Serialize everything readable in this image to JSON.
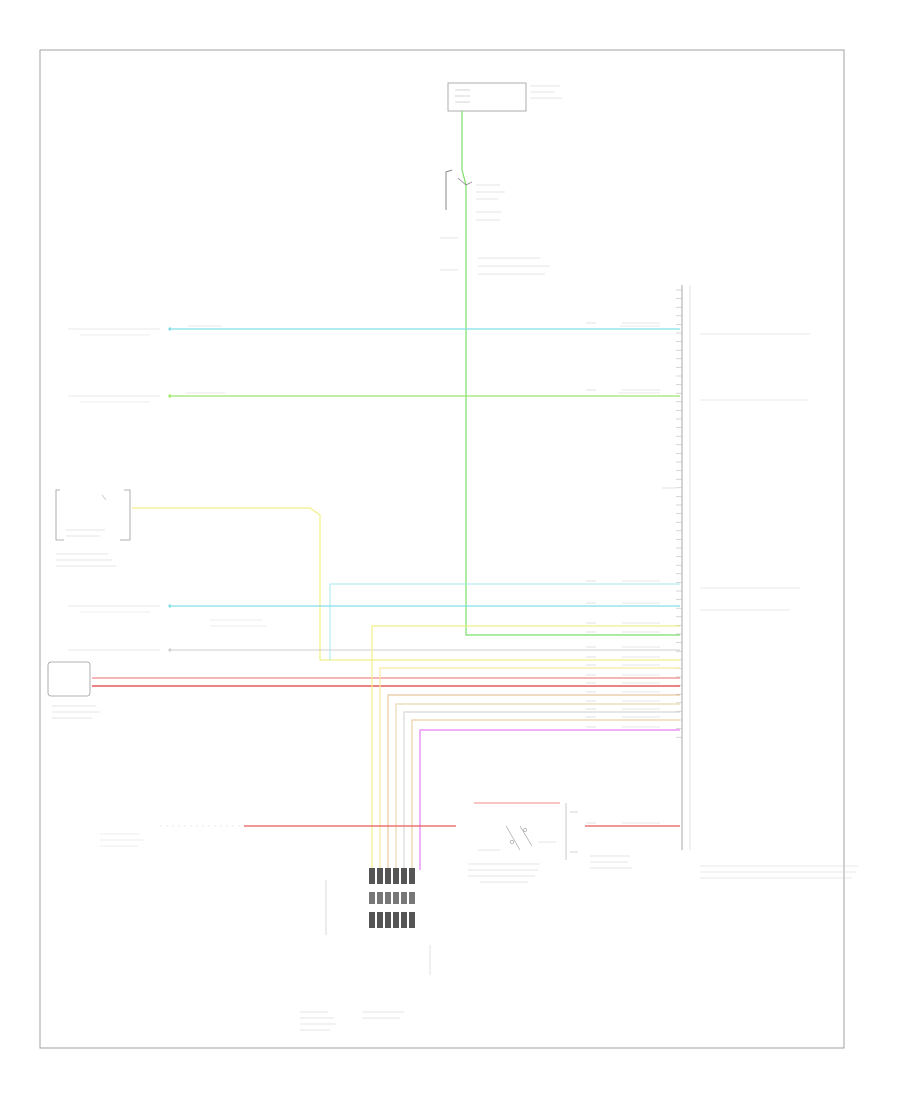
{
  "diagram": {
    "footer_label": "",
    "components": [
      {
        "id": "hot-at-all-times-fuse",
        "text": ""
      },
      {
        "id": "shift-solenoid-upper",
        "text": ""
      },
      {
        "id": "shift-solenoid-lower",
        "text": ""
      },
      {
        "id": "transmission-range-sensor",
        "text": ""
      },
      {
        "id": "output-shaft-speed-sensor",
        "text": ""
      },
      {
        "id": "turbine-shaft-speed-sensor",
        "text": ""
      },
      {
        "id": "transfer-case-module",
        "text": ""
      },
      {
        "id": "powertrain-control-module",
        "text": ""
      }
    ],
    "wire_colors": {
      "green": "#7be06a",
      "cyan": "#7fdfe6",
      "yellow": "#f2ef86",
      "red": "#e85a5a",
      "pink": "#f08a8a",
      "magenta": "#e77ff0",
      "gray": "#c9c9c9",
      "peach": "#e8c8a0",
      "frame": "#a0a0a0"
    }
  }
}
